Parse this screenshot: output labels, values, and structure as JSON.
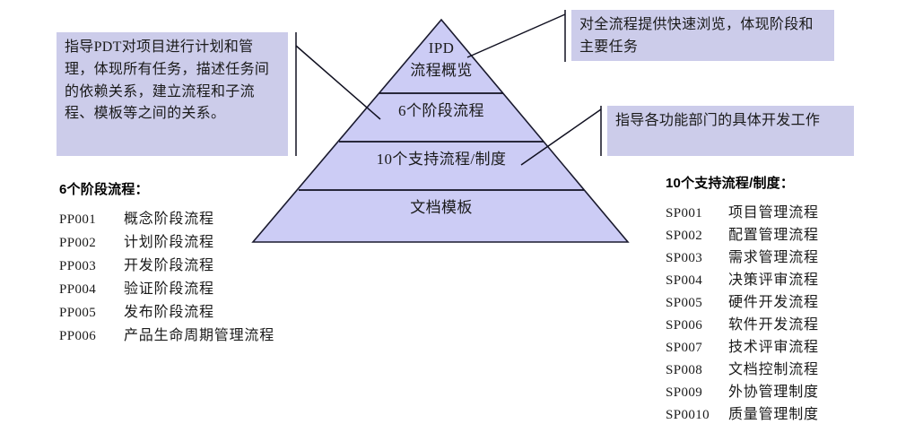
{
  "pyramid": {
    "bands": [
      {
        "label": "IPD\n流程概览"
      },
      {
        "label": "6个阶段流程"
      },
      {
        "label": "10个支持流程/制度"
      },
      {
        "label": "文档模板"
      }
    ],
    "fill_color": "#ccccf5",
    "stroke_color": "#1a1a2e"
  },
  "callouts": {
    "left": "指导PDT对项目进行计划和管理，体现所有任务，描述任务间的依赖关系，建立流程和子流程、模板等之间的关系。",
    "top_right": "对全流程提供快速浏览，体现阶段和主要任务",
    "mid_right": "指导各功能部门的具体开发工作",
    "background_color": "#ccccea"
  },
  "lists": {
    "phases": {
      "title": "6个阶段流程：",
      "rows": [
        {
          "code": "PP001",
          "name": "概念阶段流程"
        },
        {
          "code": "PP002",
          "name": "计划阶段流程"
        },
        {
          "code": "PP003",
          "name": "开发阶段流程"
        },
        {
          "code": "PP004",
          "name": "验证阶段流程"
        },
        {
          "code": "PP005",
          "name": "发布阶段流程"
        },
        {
          "code": "PP006",
          "name": "产品生命周期管理流程"
        }
      ]
    },
    "support": {
      "title": "10个支持流程/制度：",
      "rows": [
        {
          "code": "SP001",
          "name": "项目管理流程"
        },
        {
          "code": "SP002",
          "name": "配置管理流程"
        },
        {
          "code": "SP003",
          "name": "需求管理流程"
        },
        {
          "code": "SP004",
          "name": "决策评审流程"
        },
        {
          "code": "SP005",
          "name": "硬件开发流程"
        },
        {
          "code": "SP006",
          "name": "软件开发流程"
        },
        {
          "code": "SP007",
          "name": "技术评审流程"
        },
        {
          "code": "SP008",
          "name": "文档控制流程"
        },
        {
          "code": "SP009",
          "name": "外协管理制度"
        },
        {
          "code": "SP0010",
          "name": "质量管理制度"
        }
      ]
    }
  }
}
